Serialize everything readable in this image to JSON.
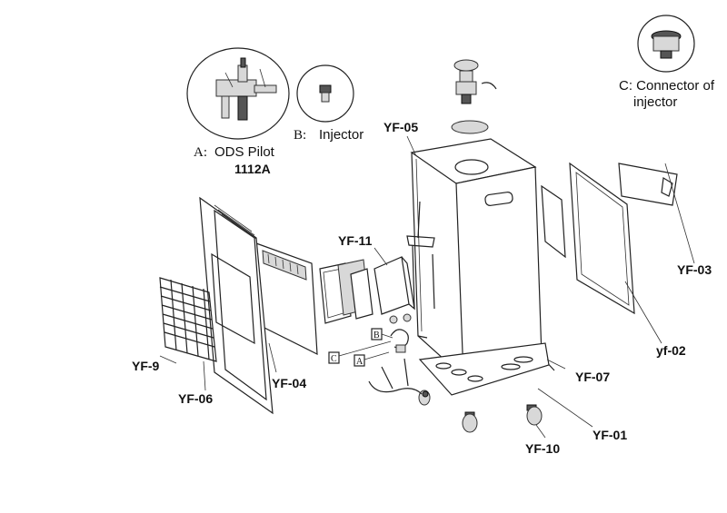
{
  "callouts": {
    "ods_pilot": {
      "letter": "A:",
      "name": "ODS Pilot",
      "code": "1112A"
    },
    "injector": {
      "letter": "B:",
      "name": "Injector"
    },
    "connector": {
      "line1": "C: Connector of",
      "line2": "injector"
    }
  },
  "box_labels": {
    "a": "A",
    "b": "B",
    "c": "C"
  },
  "parts": {
    "yf01": "YF-01",
    "yf02": "yf-02",
    "yf03": "YF-03",
    "yf04": "YF-04",
    "yf05": "YF-05",
    "yf06": "YF-06",
    "yf07": "YF-07",
    "yf9": "YF-9",
    "yf10": "YF-10",
    "yf11": "YF-11"
  }
}
